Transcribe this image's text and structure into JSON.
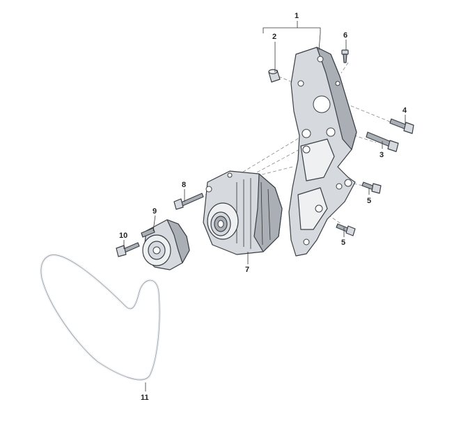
{
  "diagram": {
    "callouts": [
      {
        "id": "1",
        "label": "1"
      },
      {
        "id": "2",
        "label": "2"
      },
      {
        "id": "3",
        "label": "3"
      },
      {
        "id": "4",
        "label": "4"
      },
      {
        "id": "5a",
        "label": "5"
      },
      {
        "id": "5b",
        "label": "5"
      },
      {
        "id": "6",
        "label": "6"
      },
      {
        "id": "7",
        "label": "7"
      },
      {
        "id": "8",
        "label": "8"
      },
      {
        "id": "9",
        "label": "9"
      },
      {
        "id": "10",
        "label": "10"
      },
      {
        "id": "11",
        "label": "11"
      }
    ]
  }
}
